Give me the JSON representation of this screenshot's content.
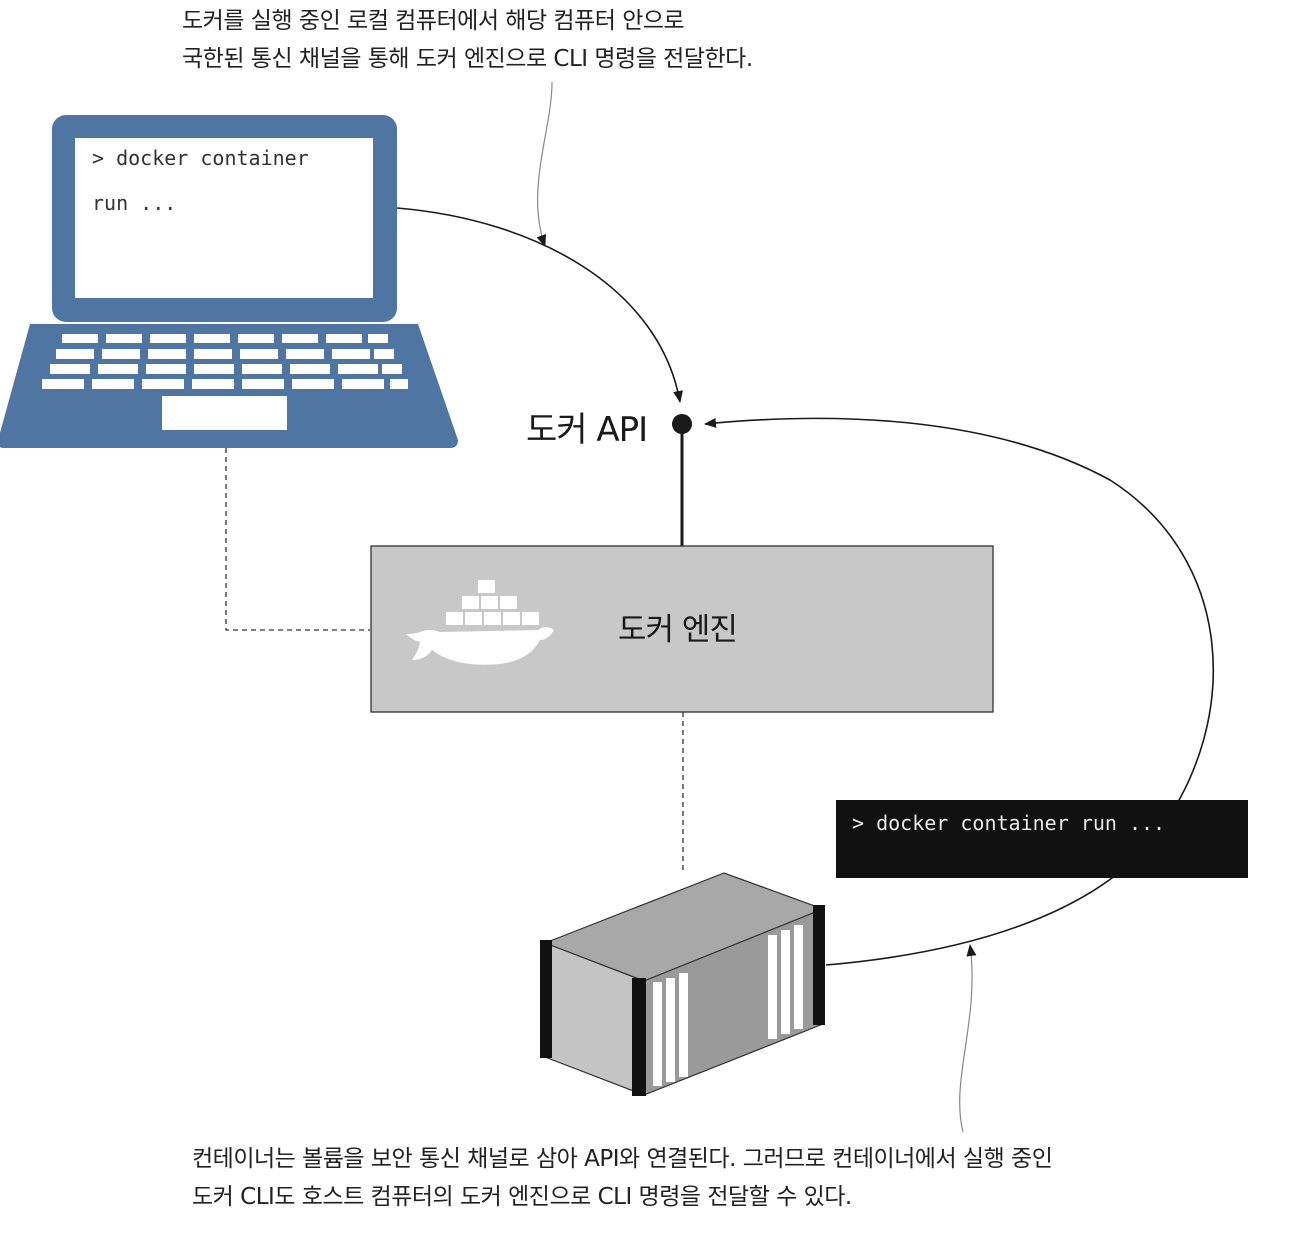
{
  "captions": {
    "top": [
      "도커를 실행 중인 로컬 컴퓨터에서 해당 컴퓨터 안으로",
      "국한된 통신 채널을 통해 도커 엔진으로 CLI 명령을 전달한다."
    ],
    "bottom": [
      "컨테이너는 볼륨을 보안 통신 채널로 삼아 API와 연결된다. 그러므로 컨테이너에서 실행 중인",
      "도커 CLI도 호스트 컴퓨터의 도커 엔진으로 CLI 명령을 전달할 수 있다."
    ]
  },
  "laptop": {
    "screen_lines": [
      "> docker container",
      "run ..."
    ],
    "icon": "laptop-icon",
    "color": "#4f76a3"
  },
  "docker_api": {
    "label": "도커 API"
  },
  "docker_engine": {
    "label": "도커 엔진",
    "icon": "docker-whale-icon",
    "fill": "#c8c8c8"
  },
  "container_terminal": {
    "command": "> docker container run ...",
    "background": "#111111"
  },
  "container": {
    "icon": "shipping-container-icon"
  }
}
